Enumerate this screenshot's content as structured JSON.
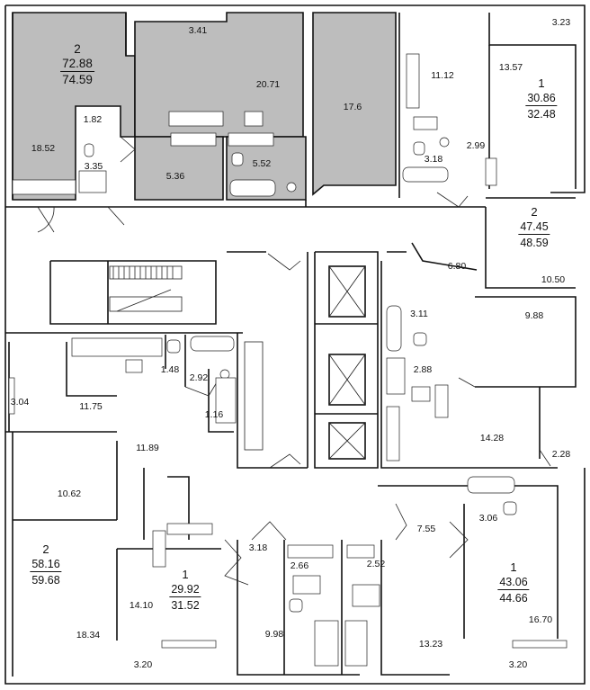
{
  "apartments": [
    {
      "id": "apt-nw",
      "rooms": "2",
      "living": "72.88",
      "total": "74.59"
    },
    {
      "id": "apt-ne",
      "rooms": "1",
      "living": "30.86",
      "total": "32.48"
    },
    {
      "id": "apt-e",
      "rooms": "2",
      "living": "47.45",
      "total": "48.59"
    },
    {
      "id": "apt-w",
      "rooms": "2",
      "living": "58.16",
      "total": "59.68"
    },
    {
      "id": "apt-s",
      "rooms": "1",
      "living": "29.92",
      "total": "31.52"
    },
    {
      "id": "apt-se",
      "rooms": "1",
      "living": "43.06",
      "total": "44.66"
    }
  ],
  "areas": {
    "a341": "3.41",
    "a2071": "20.71",
    "a176": "17.6",
    "a1112": "11.12",
    "a323": "3.23",
    "a1357": "13.57",
    "a182": "1.82",
    "a1852": "18.52",
    "a335": "3.35",
    "a536": "5.36",
    "a552": "5.52",
    "a318t": "3.18",
    "a299": "2.99",
    "a680": "6.80",
    "a1050": "10.50",
    "a311": "3.11",
    "a988": "9.88",
    "a288": "2.88",
    "a148": "1.48",
    "a292": "2.92",
    "a304": "3.04",
    "a1175": "11.75",
    "a116": "1.16",
    "a1189": "11.89",
    "a1428": "14.28",
    "a228": "2.28",
    "a1062": "10.62",
    "a755": "7.55",
    "a306": "3.06",
    "a318b": "3.18",
    "a266": "2.66",
    "a252": "2.52",
    "a1410": "14.10",
    "a1834": "18.34",
    "a998": "9.98",
    "a1323": "13.23",
    "a1670": "16.70",
    "a320l": "3.20",
    "a320r": "3.20"
  }
}
